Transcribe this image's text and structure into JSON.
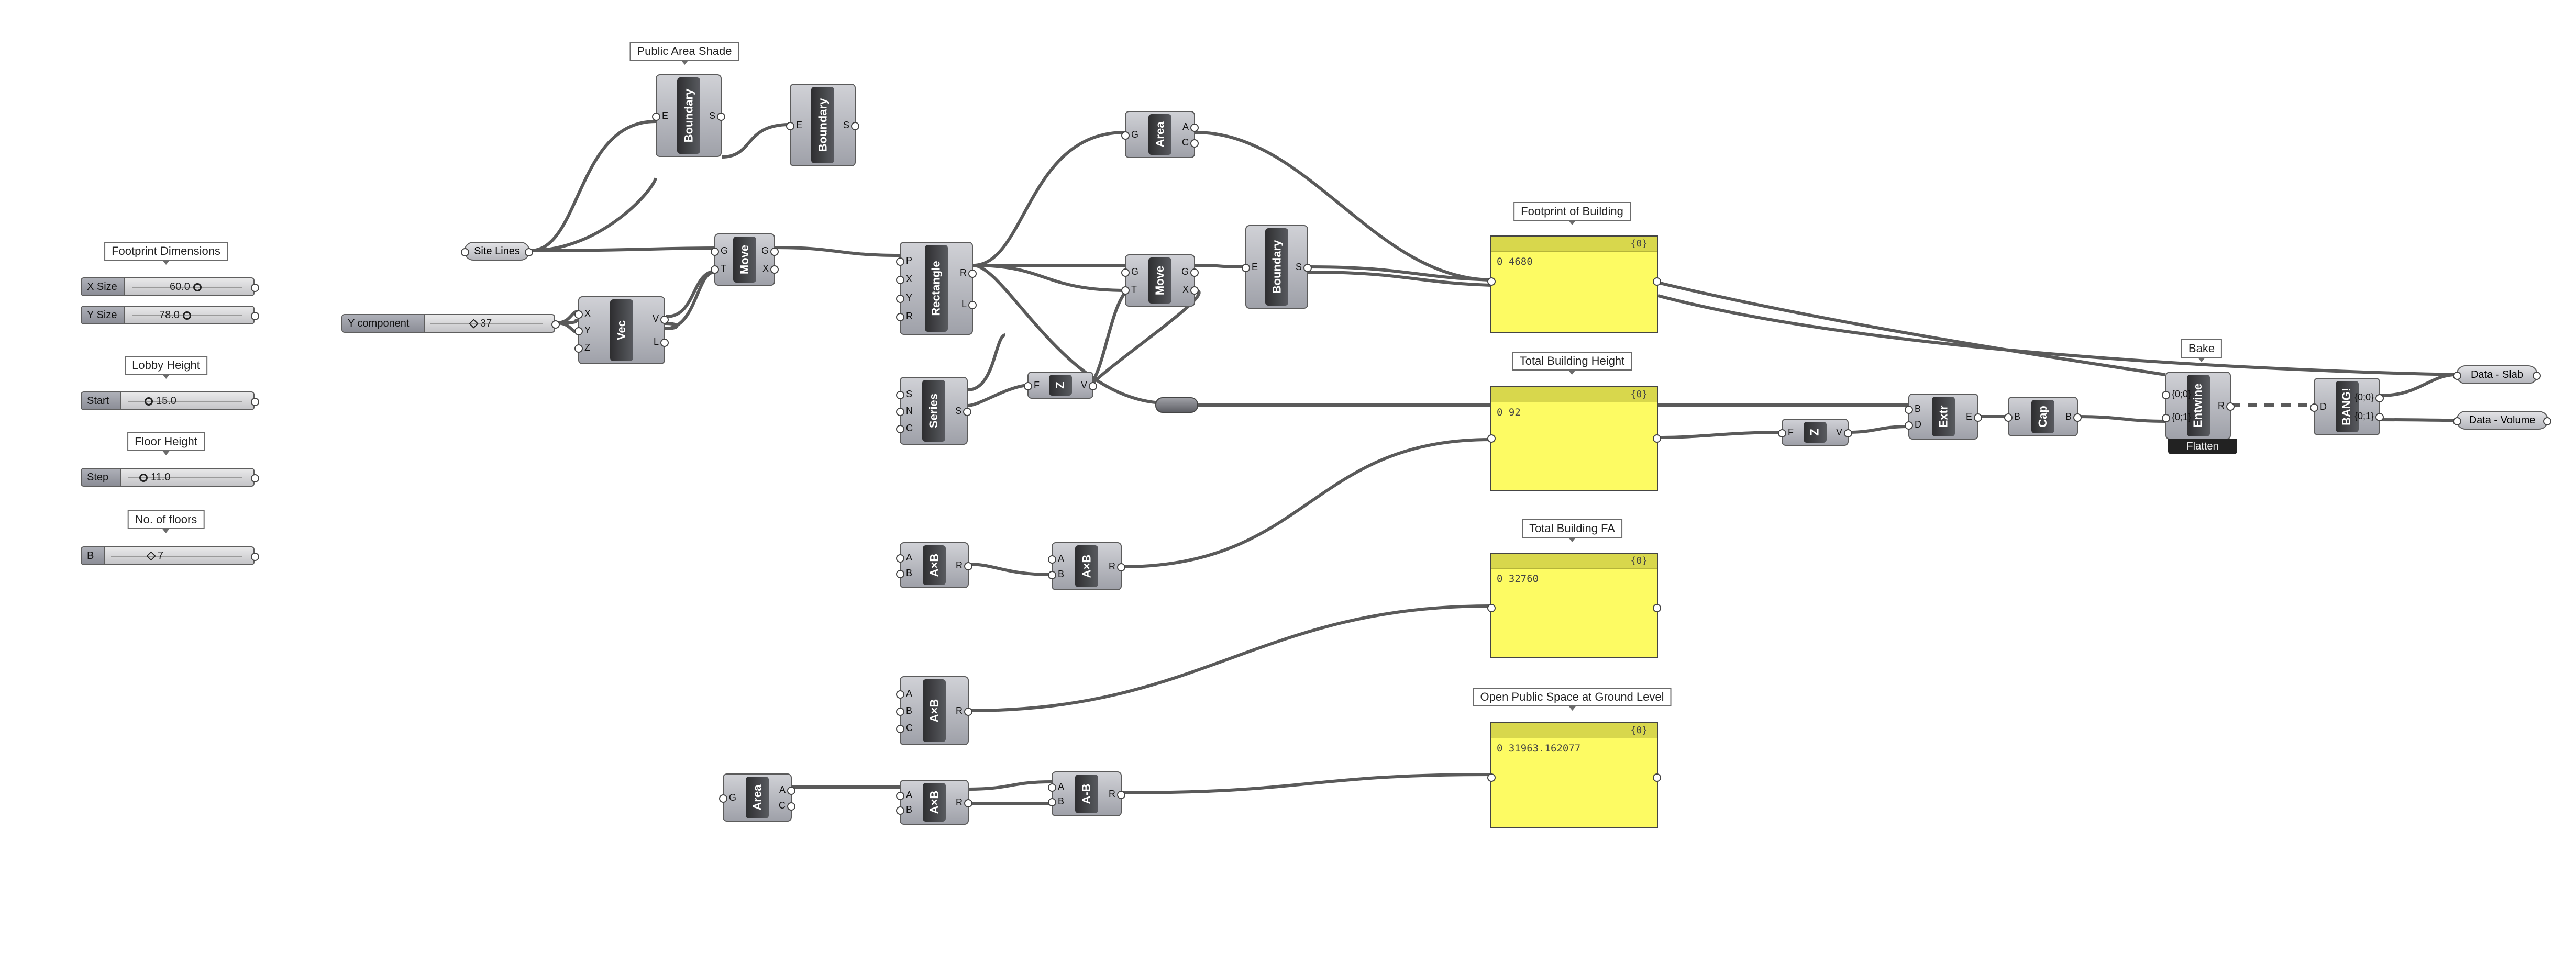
{
  "groups": {
    "footprint_dimensions": "Footprint Dimensions",
    "lobby_height": "Lobby Height",
    "floor_height": "Floor Height",
    "no_of_floors": "No. of floors",
    "public_area_shade": "Public Area Shade",
    "footprint_of_building": "Footprint of Building",
    "total_building_height": "Total Building Height",
    "total_building_fa": "Total Building FA",
    "open_public_space": "Open Public Space at Ground Level"
  },
  "sliders": {
    "x_size": {
      "label": "X Size",
      "value": "60.0"
    },
    "y_size": {
      "label": "Y Size",
      "value": "78.0"
    },
    "lobby_start": {
      "label": "Start",
      "value": "15.0"
    },
    "floor_step": {
      "label": "Step",
      "value": "11.0"
    },
    "floors": {
      "label": "B",
      "value": "7"
    },
    "y_component": {
      "label": "Y component",
      "value": "37"
    }
  },
  "params": {
    "site_lines": "Site Lines",
    "data_slab": "Data - Slab",
    "data_volume": "Data - Volume"
  },
  "components": {
    "boundary1": {
      "name": "Boundary",
      "in": [
        "E"
      ],
      "out": [
        "S"
      ]
    },
    "boundary2": {
      "name": "Boundary",
      "in": [
        "E"
      ],
      "out": [
        "S"
      ]
    },
    "vec": {
      "name": "Vec",
      "in": [
        "X",
        "Y",
        "Z"
      ],
      "out": [
        "V",
        "L"
      ]
    },
    "move1": {
      "name": "Move",
      "in": [
        "G",
        "T"
      ],
      "out": [
        "G",
        "X"
      ]
    },
    "rectangle": {
      "name": "Rectangle",
      "in": [
        "P",
        "X",
        "Y",
        "R"
      ],
      "out": [
        "R",
        "L"
      ]
    },
    "area1": {
      "name": "Area",
      "in": [
        "G"
      ],
      "out": [
        "A",
        "C"
      ]
    },
    "move2": {
      "name": "Move",
      "in": [
        "G",
        "T"
      ],
      "out": [
        "G",
        "X"
      ]
    },
    "boundary3": {
      "name": "Boundary",
      "in": [
        "E"
      ],
      "out": [
        "S"
      ]
    },
    "series": {
      "name": "Series",
      "in": [
        "S",
        "N",
        "C"
      ],
      "out": [
        "S"
      ]
    },
    "unitz1": {
      "name": "Z",
      "in": [
        "F"
      ],
      "out": [
        "V"
      ]
    },
    "mult1": {
      "name": "A×B",
      "in": [
        "A",
        "B"
      ],
      "out": [
        "R"
      ]
    },
    "mult2": {
      "name": "A×B",
      "in": [
        "A",
        "B"
      ],
      "out": [
        "R"
      ]
    },
    "mult3": {
      "name": "A×B",
      "in": [
        "A",
        "B",
        "C"
      ],
      "out": [
        "R"
      ]
    },
    "area2": {
      "name": "Area",
      "in": [
        "G"
      ],
      "out": [
        "A",
        "C"
      ]
    },
    "mult4": {
      "name": "A×B",
      "in": [
        "A",
        "B"
      ],
      "out": [
        "R"
      ]
    },
    "sub1": {
      "name": "A-B",
      "in": [
        "A",
        "B"
      ],
      "out": [
        "R"
      ]
    },
    "unitz2": {
      "name": "Z",
      "in": [
        "F"
      ],
      "out": [
        "V"
      ]
    },
    "extr": {
      "name": "Extr",
      "in": [
        "B",
        "D"
      ],
      "out": [
        "E"
      ]
    },
    "cap": {
      "name": "Cap",
      "in": [
        "B"
      ],
      "out": [
        "B"
      ]
    },
    "entwine": {
      "name": "Entwine",
      "in": [
        "{0;0}",
        "{0;1}"
      ],
      "out": [
        "R"
      ],
      "flag": "Flatten"
    },
    "bang": {
      "name": "BANG!",
      "in": [
        "D"
      ],
      "out": [
        "{0;0}",
        "{0;1}"
      ]
    }
  },
  "panels": {
    "footprint": {
      "path": "{0}",
      "index": "0",
      "value": "4680"
    },
    "height": {
      "path": "{0}",
      "index": "0",
      "value": "92"
    },
    "fa": {
      "path": "{0}",
      "index": "0",
      "value": "32760"
    },
    "open_space": {
      "path": "{0}",
      "index": "0",
      "value": "31963.162077"
    }
  },
  "colors": {
    "panel": "#fdfb63",
    "wire": "#5a5a5a",
    "component": "#a9abb2"
  }
}
